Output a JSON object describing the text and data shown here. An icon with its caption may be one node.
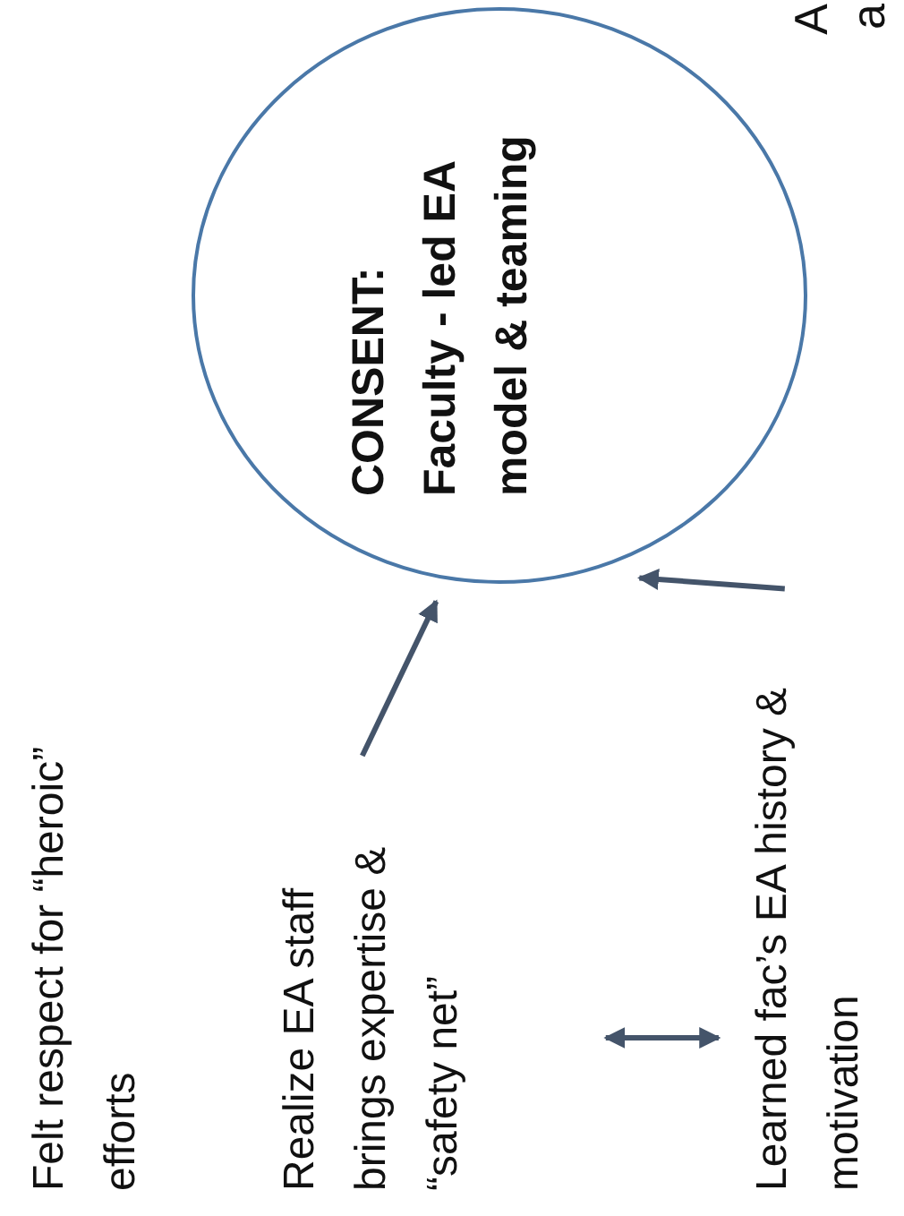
{
  "diagram": {
    "nodes": [
      {
        "text": [
          "CONSENT: Faculty - led EA model & teaming"
        ]
      },
      {
        "text": [
          "Felt respect for “heroic” efforts"
        ]
      },
      {
        "text": [
          "Realize EA staff brings expertise & “safety net”"
        ]
      },
      {
        "text": [
          "Learned fac’s EA history & motivation"
        ]
      }
    ],
    "edges": [
      {
        "from": 2,
        "to": 0,
        "arrow": "to"
      },
      {
        "from": 3,
        "to": 0,
        "arrow": "to"
      },
      {
        "from": 2,
        "to": 3,
        "arrow": "both"
      }
    ],
    "labels": [
      "A",
      "a"
    ]
  }
}
